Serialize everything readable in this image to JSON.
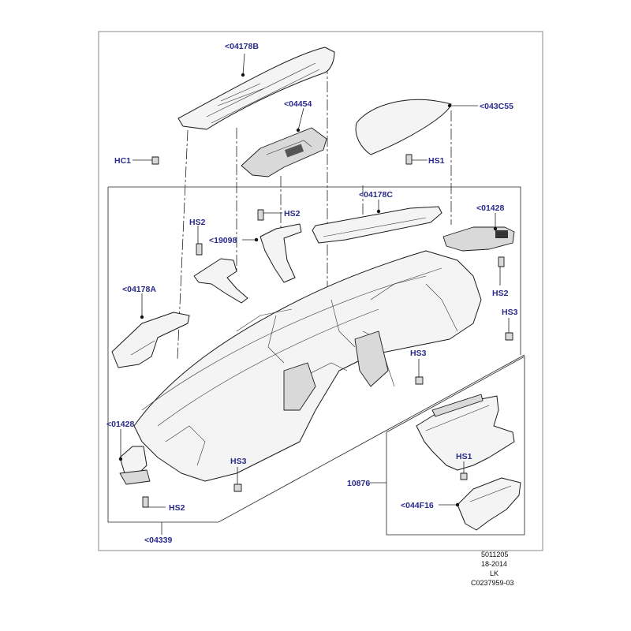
{
  "labels": {
    "top_panel": "<04178B",
    "hc1": "HC1",
    "trim_cover": "<04454",
    "speaker_grille": "<043C55",
    "hs1_top": "HS1",
    "center_trim": "<04178C",
    "hs2_mid": "HS2",
    "hs2_left": "HS2",
    "bracket": "<19098",
    "vent_right": "<01428",
    "hs2_right": "HS2",
    "hs3_right": "HS3",
    "left_end_trim": "<04178A",
    "hs3_center": "HS3",
    "vent_left": "<01428",
    "hs3_bottom": "HS3",
    "hs2_bottom": "HS2",
    "dash_assembly": "<04339",
    "cluster_assembly": "10876",
    "hs1_cluster": "HS1",
    "cluster_bezel": "<044F16"
  },
  "footer": {
    "line1": "5011205",
    "line2": "18-2014",
    "line3": "LK",
    "line4": "C0237959-03"
  }
}
